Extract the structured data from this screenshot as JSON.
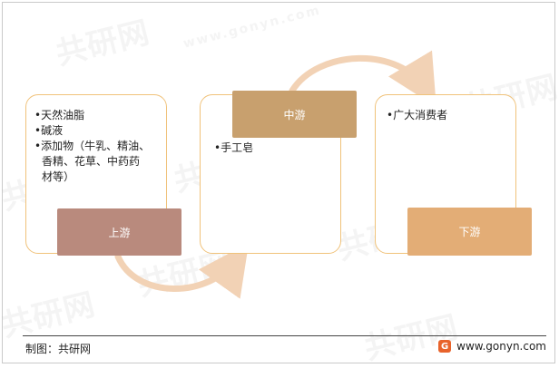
{
  "watermark": {
    "brand": "共研网",
    "url": "www.gonyn.com"
  },
  "upstream": {
    "label": "上游",
    "items": [
      "•天然油脂",
      "•碱液",
      "•添加物（牛乳、精油、",
      "香精、花草、中药药",
      "材等）"
    ]
  },
  "midstream": {
    "label": "中游",
    "items": [
      "•手工皂"
    ]
  },
  "downstream": {
    "label": "下游",
    "items": [
      "•广大消费者"
    ]
  },
  "footer": {
    "credit": "制图：共研网",
    "logo_letter": "G",
    "url": "www.gonyn.com"
  },
  "colors": {
    "card_border": "#f0c27a",
    "upstream_label_bg": "#b98a7d",
    "midstream_label_bg": "#c8a06e",
    "downstream_label_bg": "#e3ad76",
    "arrow": "#f2d2b5"
  }
}
